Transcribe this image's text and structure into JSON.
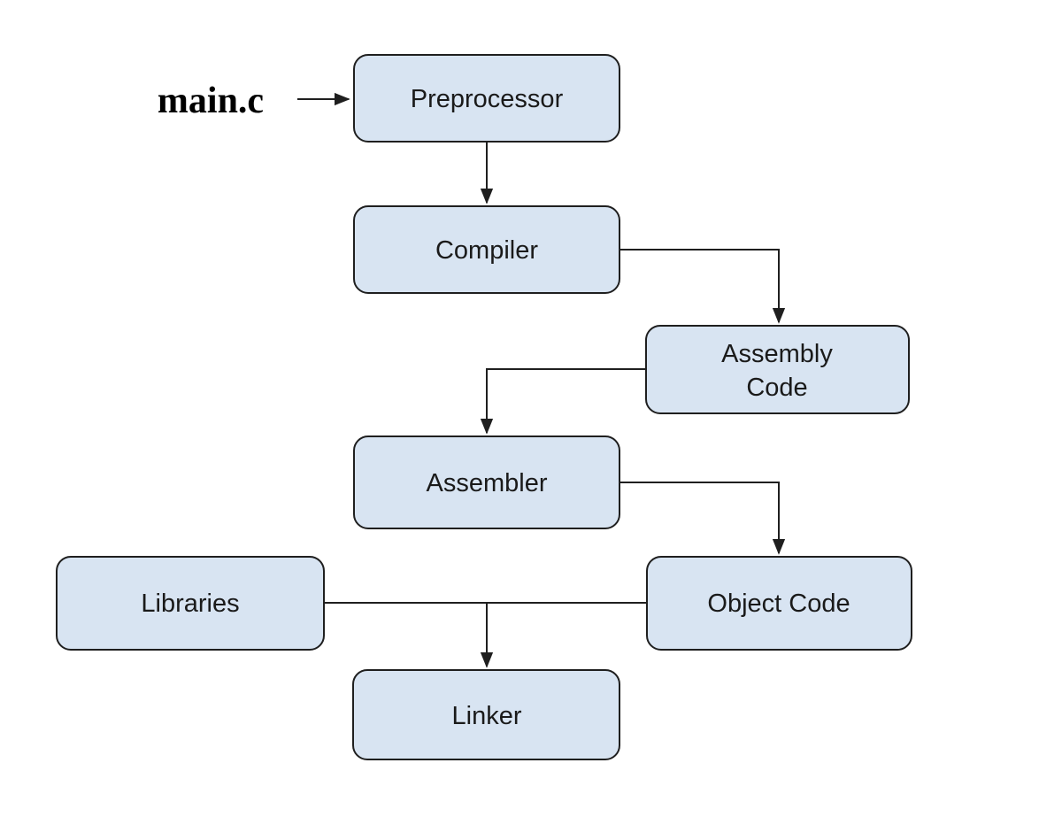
{
  "diagram": {
    "type": "flowchart",
    "subject": "C compilation pipeline",
    "source_label": "main.c",
    "nodes": {
      "preprocessor": {
        "label": "Preprocessor"
      },
      "compiler": {
        "label": "Compiler"
      },
      "assembly_code": {
        "label_line1": "Assembly",
        "label_line2": "Code"
      },
      "assembler": {
        "label": "Assembler"
      },
      "libraries": {
        "label": "Libraries"
      },
      "object_code": {
        "label": "Object Code"
      },
      "linker": {
        "label": "Linker"
      }
    },
    "edges": [
      {
        "from": "main.c",
        "to": "Preprocessor",
        "arrow": true
      },
      {
        "from": "Preprocessor",
        "to": "Compiler",
        "arrow": true
      },
      {
        "from": "Compiler",
        "to": "Assembly Code",
        "arrow": true
      },
      {
        "from": "Assembly Code",
        "to": "Assembler",
        "arrow": true
      },
      {
        "from": "Assembler",
        "to": "Object Code",
        "arrow": true
      },
      {
        "from": "Libraries",
        "to": "Object Code",
        "arrow": false
      },
      {
        "from": "Libraries / Object Code junction",
        "to": "Linker",
        "arrow": true
      }
    ]
  },
  "colors": {
    "node_fill": "#d8e4f2",
    "node_stroke": "#1f1f1f",
    "edge": "#1f1f1f",
    "text": "#1a1a1a",
    "background": "#ffffff"
  }
}
